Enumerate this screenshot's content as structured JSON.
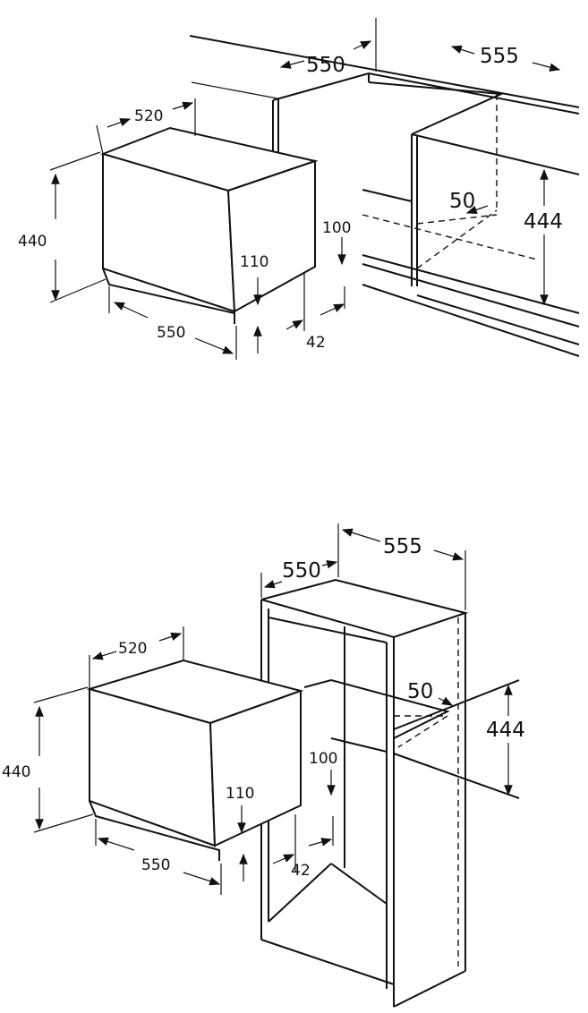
{
  "top_diagram": {
    "cabinet_depth": "550",
    "cabinet_width": "555",
    "oven_width": "520",
    "oven_height": "440",
    "oven_depth": "550",
    "plinth_height": "110",
    "gap_height": "100",
    "shelf_depth": "50",
    "opening_height": "444",
    "ventilation_gap": "42"
  },
  "bottom_diagram": {
    "cabinet_depth": "550",
    "cabinet_width": "555",
    "oven_width": "520",
    "oven_height": "440",
    "oven_depth": "550",
    "plinth_height": "110",
    "gap_height": "100",
    "shelf_depth": "50",
    "opening_height": "444",
    "ventilation_gap": "42"
  }
}
